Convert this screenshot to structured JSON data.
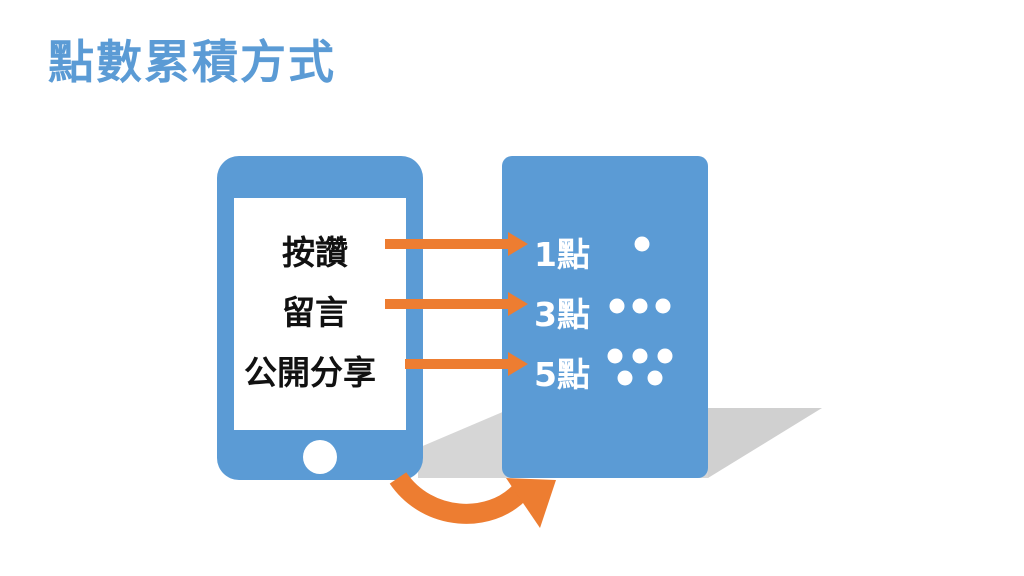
{
  "title": "點數累積方式",
  "actions": [
    {
      "label": "按讚"
    },
    {
      "label": "留言"
    },
    {
      "label": "公開分享"
    }
  ],
  "rewards": [
    {
      "label": "1點",
      "dots": 1
    },
    {
      "label": "3點",
      "dots": 3
    },
    {
      "label": "5點",
      "dots": 5
    }
  ],
  "colors": {
    "title": "#5b9bd5",
    "phone": "#5b9bd5",
    "panel": "#5b9bd5",
    "arrow": "#ed7d31",
    "screen": "#ffffff"
  },
  "icons": {
    "phone": "smartphone-icon",
    "arrow": "right-arrow-icon",
    "curved_arrow": "curved-arrow-icon"
  }
}
